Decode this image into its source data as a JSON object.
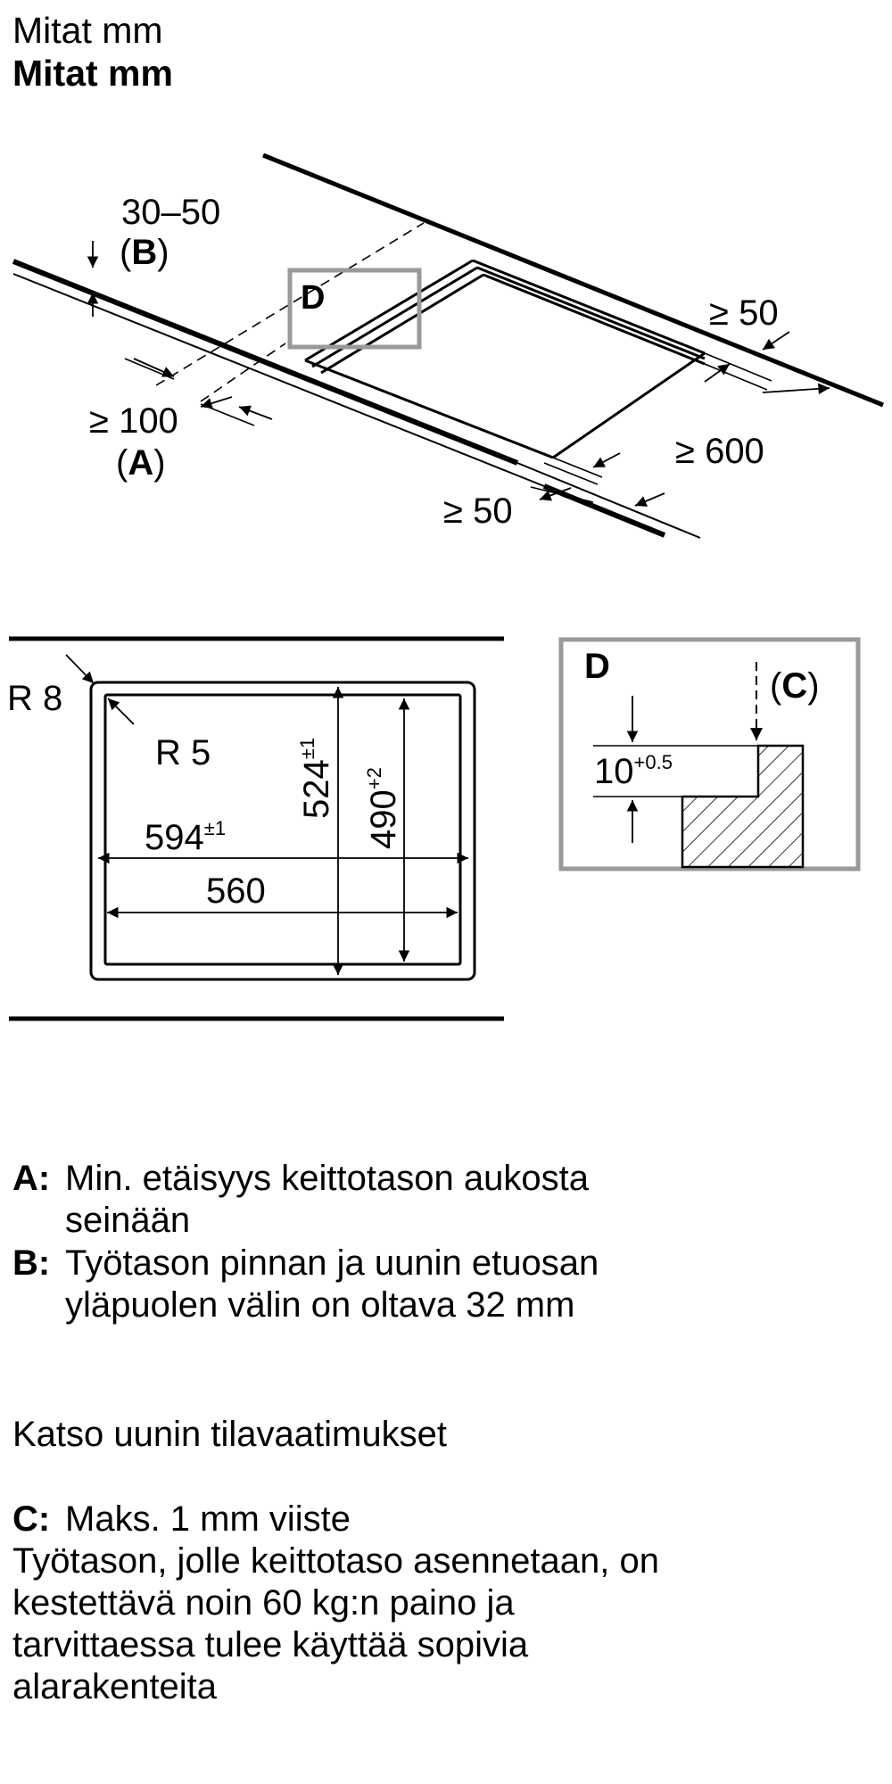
{
  "header": {
    "title_regular": "Mitat mm",
    "title_bold": "Mitat mm"
  },
  "top_diagram": {
    "dim_depth": "30–50",
    "label_B_open": "(",
    "label_B": "B",
    "label_B_close": ")",
    "dim_rear": "≥ 100",
    "label_A_open": "(",
    "label_A": "A",
    "label_A_close": ")",
    "dim_side_right": "≥ 50",
    "dim_front": "≥ 50",
    "dim_width": "≥ 600",
    "detail_label": "D"
  },
  "cutout": {
    "radius_outer": "R 8",
    "radius_inner": "R 5",
    "width_outer": "594",
    "width_outer_tol": "±1",
    "width_inner": "560",
    "depth_outer": "524",
    "depth_outer_tol": "±1",
    "depth_inner": "490",
    "depth_inner_tol": "+2"
  },
  "detail": {
    "label": "D",
    "label_C_open": "(",
    "label_C": "C",
    "label_C_close": ")",
    "recess": "10",
    "recess_tol": "+0.5",
    "colors": {
      "frame": "#9a9a9a"
    }
  },
  "legend": {
    "a_key": "A:",
    "a_line1": "Min. etäisyys keittotason aukosta",
    "a_line2": "seinään",
    "b_key": "B:",
    "b_line1": "Työtason pinnan ja uunin etuosan",
    "b_line2": "yläpuolen välin on oltava 32 mm",
    "see_oven": "Katso uunin tilavaatimukset",
    "c_key": "C:",
    "c_line1": "Maks. 1 mm viiste",
    "c_line2": "Työtason, jolle keittotaso asennetaan, on",
    "c_line3": "kestettävä noin 60 kg:n paino ja",
    "c_line4": "tarvittaessa tulee käyttää sopivia",
    "c_line5": "alarakenteita"
  }
}
